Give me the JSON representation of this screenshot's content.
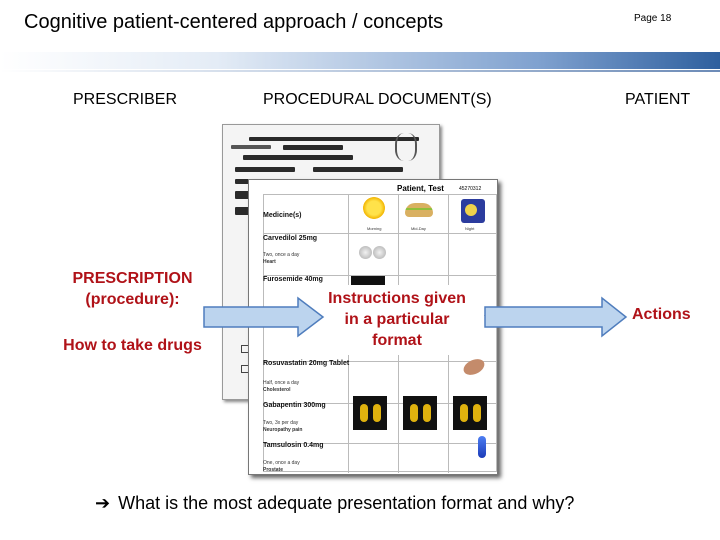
{
  "header": {
    "title": "Cognitive patient-centered approach / concepts",
    "page": "Page  18"
  },
  "columns": {
    "prescriber": "PRESCRIBER",
    "document": "PROCEDURAL DOCUMENT(S)",
    "patient": "PATIENT"
  },
  "left": {
    "line1": "PRESCRIPTION",
    "line2": "(procedure):",
    "line3": "How to take drugs"
  },
  "middle": {
    "line1": "Instructions given",
    "line2": "in a particular",
    "line3": "format"
  },
  "right": {
    "actions": "Actions"
  },
  "sheet": {
    "title": "Patient, Test",
    "id": "45270312",
    "header_cell": "Medicine(s)",
    "times": [
      "Morning",
      "Mid-Day",
      "Night"
    ],
    "meds": [
      {
        "name": "Carvedilol 25mg",
        "dose": "Two, once a day",
        "use": "Heart"
      },
      {
        "name": "Furosemide 40mg",
        "dose": "",
        "use": ""
      },
      {
        "name": "Rosuvastatin 20mg Tablet",
        "dose": "Half, once a day",
        "use": "Cholesterol"
      },
      {
        "name": "Gabapentin 300mg",
        "dose": "Two, 3x per day",
        "use": "Neuropathy pain"
      },
      {
        "name": "Tamsulosin 0.4mg",
        "dose": "One, once a day",
        "use": "Prostate"
      }
    ]
  },
  "footer": {
    "question": "What is the most adequate presentation format and why?"
  },
  "colors": {
    "accent_red": "#b01218",
    "arrow_fill": "#bcd4ee",
    "arrow_stroke": "#4f7dbd"
  }
}
